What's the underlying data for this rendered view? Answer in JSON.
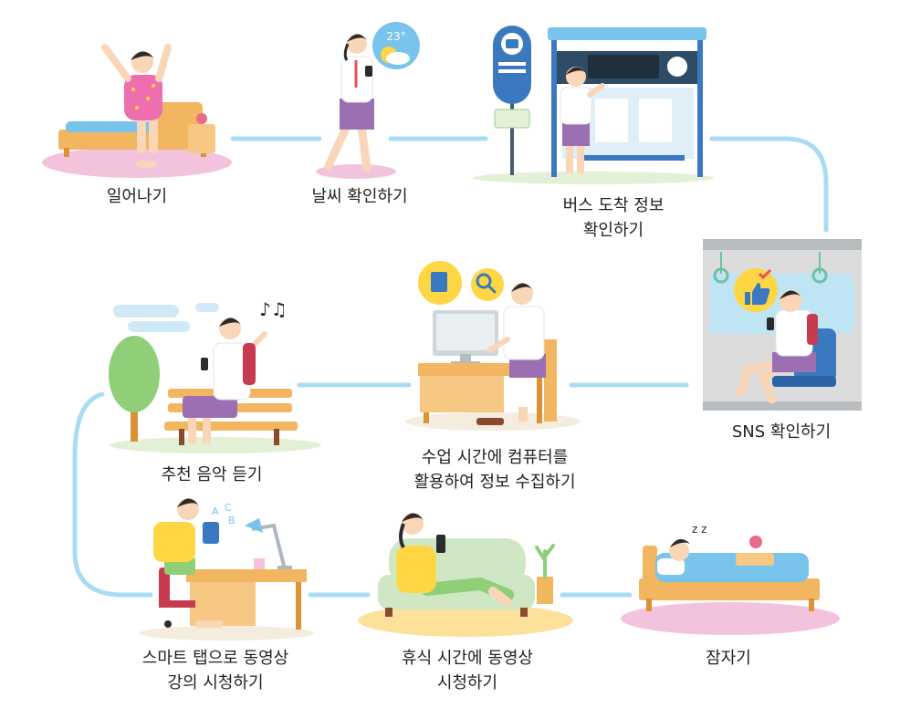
{
  "colors": {
    "path": "#a9dcf3",
    "pink_mat": "#f3c3de",
    "yellow_mat": "#fde19b",
    "beige_mat": "#f4ecdd",
    "green_mat": "#e4f0d6",
    "skin": "#f9d6b8",
    "hair": "#2b2b2b",
    "wood": "#f2b560",
    "wood_dark": "#d99236",
    "shirt": "#ffffff",
    "skirt": "#9c6fb3",
    "bus_blue": "#3a79bf",
    "sky_blue": "#78c4ec",
    "tree_green": "#8fcf78",
    "sofa_green": "#cfe7c5",
    "bubble_yellow": "#ffd643",
    "pajama_pink": "#ef6fae"
  },
  "steps": [
    {
      "id": "wake-up",
      "label_lines": [
        "일어나기"
      ],
      "icons": [
        "bed-icon",
        "alarm-clock-icon"
      ]
    },
    {
      "id": "check-weather",
      "label_lines": [
        "날씨 확인하기"
      ],
      "weather_temp": "23°",
      "icons": [
        "weather-icon"
      ]
    },
    {
      "id": "bus-info",
      "label_lines": [
        "버스 도착 정보",
        "확인하기"
      ],
      "bus_board": {
        "route": "",
        "msg1": "",
        "msg2": ""
      },
      "icons": [
        "bus-stop-sign-icon"
      ]
    },
    {
      "id": "check-sns",
      "label_lines": [
        "SNS 확인하기"
      ],
      "icons": [
        "thumbs-up-icon"
      ]
    },
    {
      "id": "computer-research",
      "label_lines": [
        "수업 시간에 컴퓨터를",
        "활용하여 정보 수집하기"
      ],
      "icons": [
        "document-icon",
        "magnifier-icon",
        "monitor-icon"
      ]
    },
    {
      "id": "listen-music",
      "label_lines": [
        "추천 음악 듣기"
      ],
      "icons": [
        "music-note-icon",
        "tree-icon"
      ]
    },
    {
      "id": "tablet-lecture",
      "label_lines": [
        "스마트 탭으로 동영상",
        "강의 시청하기"
      ],
      "letters": [
        "A",
        "C",
        "B"
      ],
      "icons": [
        "desk-lamp-icon",
        "tablet-icon"
      ]
    },
    {
      "id": "watch-video",
      "label_lines": [
        "휴식 시간에 동영상",
        "시청하기"
      ],
      "icons": [
        "sofa-icon",
        "plant-icon"
      ]
    },
    {
      "id": "sleep",
      "label_lines": [
        "잠자기"
      ],
      "sleep_mark": "z z",
      "icons": [
        "bed-icon",
        "alarm-clock-icon"
      ]
    }
  ]
}
